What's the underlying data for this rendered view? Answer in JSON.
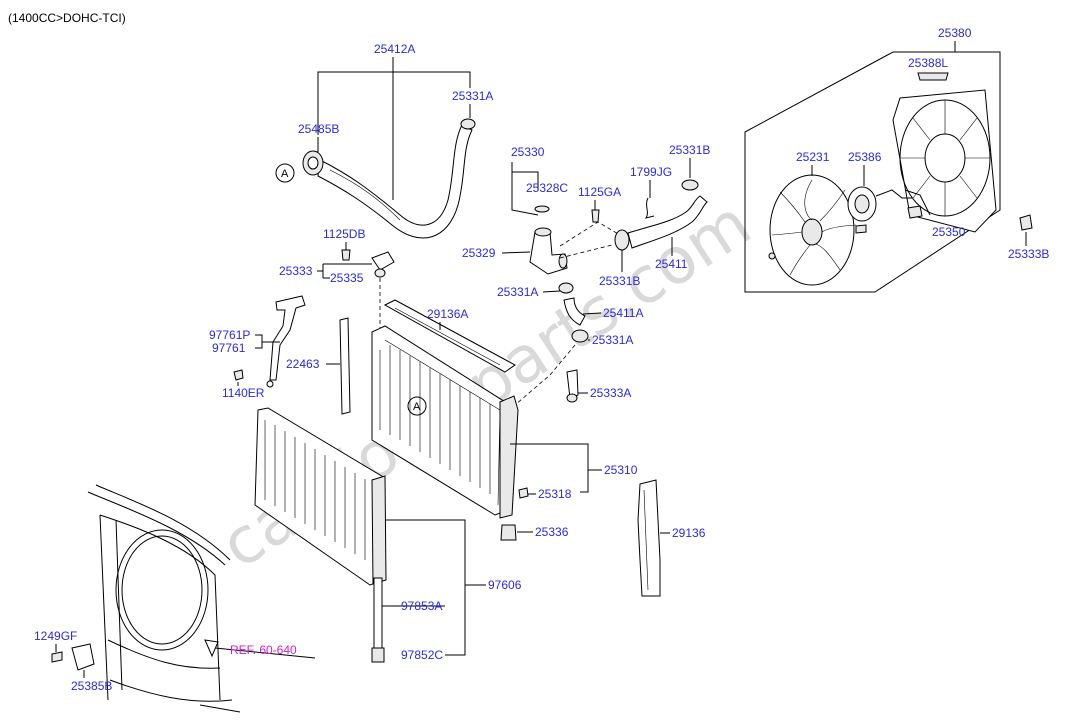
{
  "header": "(1400CC>DOHC-TCI)",
  "watermark": "catalogs-parts.com",
  "ref_label": "REF. 60-640",
  "callout_A": "A",
  "colors": {
    "label": "#2b2bd6",
    "ref": "#cc22cc",
    "line": "#000000",
    "watermark": "#d9d9d9"
  },
  "labels": {
    "p25412A": "25412A",
    "p25331A_top": "25331A",
    "p25485B": "25485B",
    "p25330": "25330",
    "p25328C": "25328C",
    "p1125GA": "1125GA",
    "p1799JG": "1799JG",
    "p25331B_top": "25331B",
    "p25329": "25329",
    "p25331B_mid": "25331B",
    "p25411": "25411",
    "p25331A_mid": "25331A",
    "p25411A": "25411A",
    "p25331A_low": "25331A",
    "p1125DB": "1125DB",
    "p25333": "25333",
    "p25335": "25335",
    "p29136A": "29136A",
    "p97761P": "97761P",
    "p97761": "97761",
    "p22463": "22463",
    "p1140ER": "1140ER",
    "p25333A": "25333A",
    "p25310": "25310",
    "p25318": "25318",
    "p25336": "25336",
    "p29136": "29136",
    "p97606": "97606",
    "p97853A": "97853A",
    "p97852C": "97852C",
    "p1249GF": "1249GF",
    "p25385B": "25385B",
    "p25380": "25380",
    "p25388L": "25388L",
    "p25231": "25231",
    "p25386": "25386",
    "p25350": "25350",
    "p25333B": "25333B"
  }
}
